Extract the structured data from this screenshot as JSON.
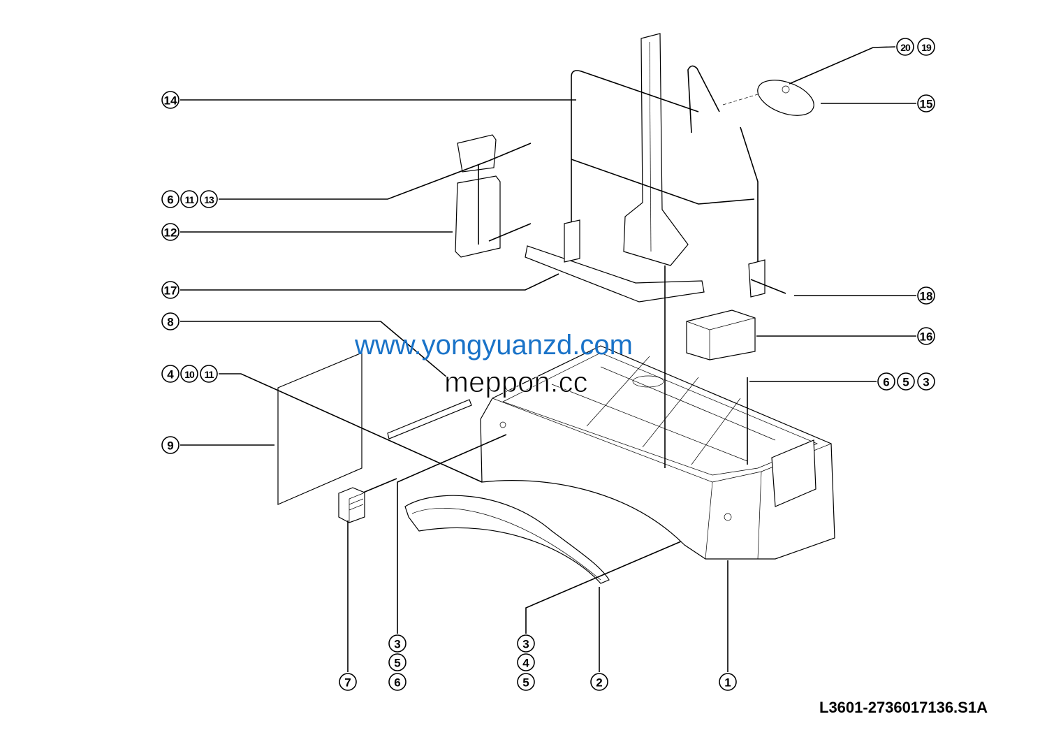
{
  "callouts": {
    "c14": "14",
    "c20": "20",
    "c19": "19",
    "c15": "15",
    "c6a": "6",
    "c11a": "11",
    "c13": "13",
    "c12": "12",
    "c17": "17",
    "c8": "8",
    "c4a": "4",
    "c10": "10",
    "c11b": "11",
    "c9": "9",
    "c18": "18",
    "c16": "16",
    "c6b": "6",
    "c5b": "5",
    "c3b": "3",
    "c3c": "3",
    "c5c": "5",
    "c6c": "6",
    "c7": "7",
    "c3d": "3",
    "c4d": "4",
    "c5d": "5",
    "c2": "2",
    "c1": "1"
  },
  "watermarks": {
    "blue": "www.yongyuanzd.com",
    "black": "meppon.cc"
  },
  "drawing_code": "L3601-2736017136.S1A",
  "colors": {
    "watermark_blue": "#1a73c8"
  }
}
